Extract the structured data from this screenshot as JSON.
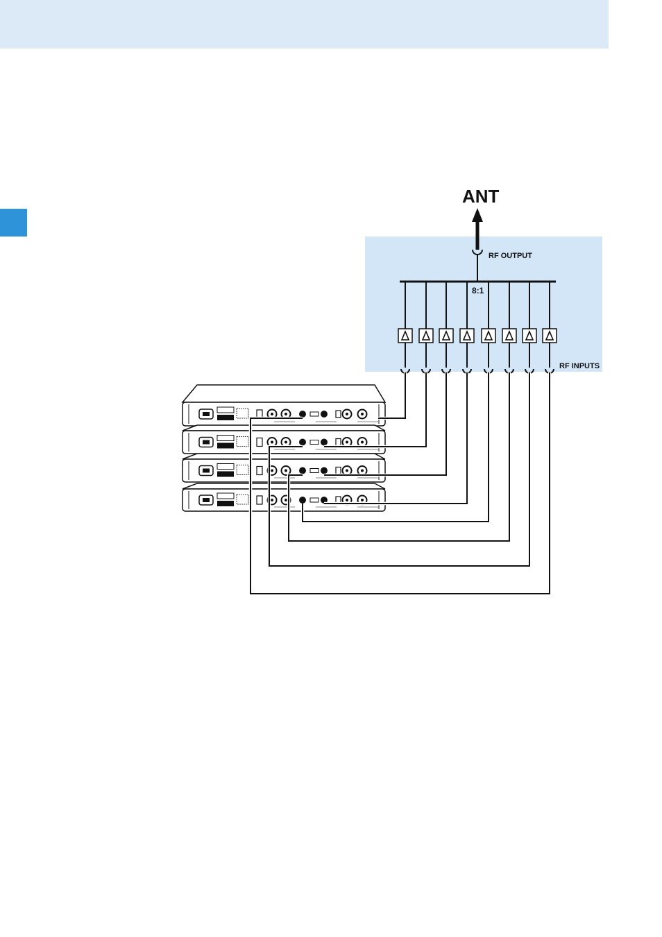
{
  "colors": {
    "header_band": "#dce9f7",
    "side_tab": "#2e93d8",
    "combiner_box": "#d3e6f7",
    "line": "#111111"
  },
  "labels": {
    "antenna": "ANT",
    "rf_output": "RF OUTPUT",
    "ratio": "8:1",
    "rf_inputs": "RF INPUTS"
  },
  "combiner": {
    "input_count": 8,
    "amplifier_icon": "triangle-amplifier-icon",
    "connector_icon": "bnc-socket-icon",
    "antenna_icon": "arrow-up-icon"
  },
  "receivers": {
    "count": 4,
    "icon": "rack-receiver-icon"
  }
}
